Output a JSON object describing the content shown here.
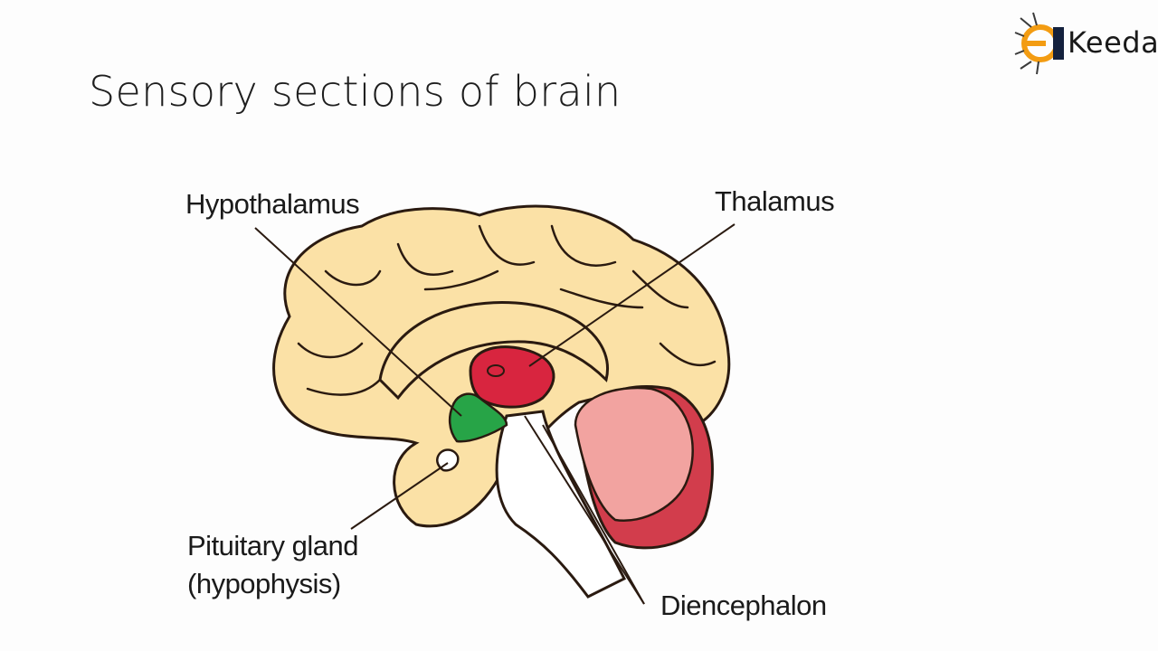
{
  "slide": {
    "title": "Sensory sections of brain"
  },
  "logo": {
    "text": "Keeda",
    "icon": "ekeeda-logo-icon",
    "accent_color": "#f39c12"
  },
  "diagram": {
    "labels": {
      "hypothalamus": "Hypothalamus",
      "thalamus": "Thalamus",
      "pituitary_line1": "Pituitary gland",
      "pituitary_line2": "(hypophysis)",
      "diencephalon": "Diencephalon"
    },
    "colors": {
      "cerebrum": "#fbe1a6",
      "outline": "#2a1a10",
      "thalamus": "#d8253f",
      "hypothalamus": "#27a447",
      "cerebellum": "#f2a3a0",
      "cerebellum_folds": "#d23d4c",
      "brainstem": "#ffffff"
    }
  }
}
